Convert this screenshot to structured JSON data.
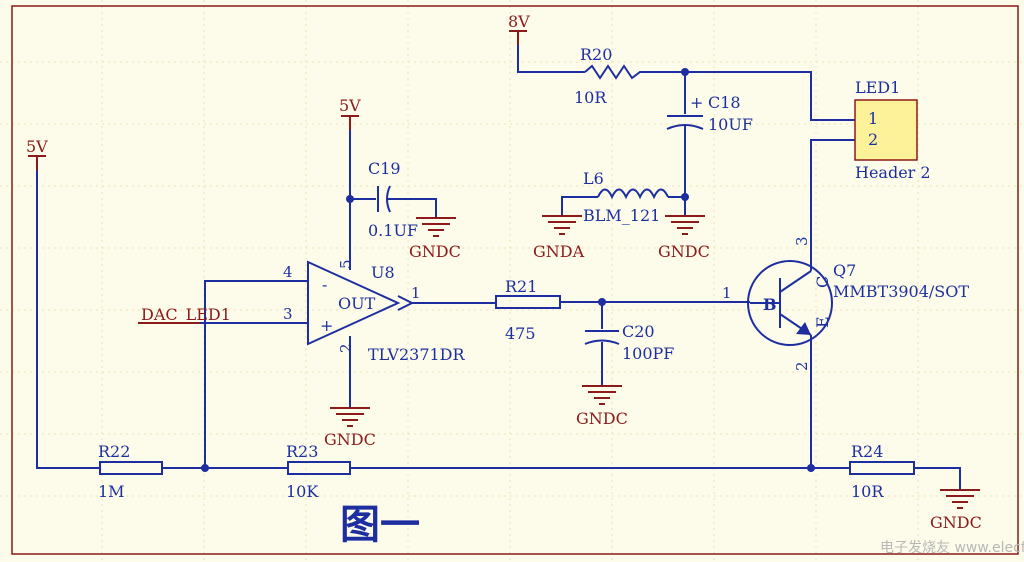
{
  "nets": {
    "v5_left": "5V",
    "v5_top": "5V",
    "v8": "8V",
    "dac": "DAC_LED1",
    "gndc_c19": "GNDC",
    "gnda_l6": "GNDA",
    "gndc_l6": "GNDC",
    "gndc_u8": "GNDC",
    "gndc_c20": "GNDC",
    "gndc_r24": "GNDC"
  },
  "components": {
    "r20": {
      "ref": "R20",
      "value": "10R"
    },
    "r21": {
      "ref": "R21",
      "value": "475"
    },
    "r22": {
      "ref": "R22",
      "value": "1M"
    },
    "r23": {
      "ref": "R23",
      "value": "10K"
    },
    "r24": {
      "ref": "R24",
      "value": "10R"
    },
    "c18": {
      "ref": "C18",
      "value": "10UF",
      "plus": "+"
    },
    "c19": {
      "ref": "C19",
      "value": "0.1UF"
    },
    "c20": {
      "ref": "C20",
      "value": "100PF"
    },
    "l6": {
      "ref": "L6",
      "value": "BLM_121"
    },
    "u8": {
      "ref": "U8",
      "value": "TLV2371DR",
      "out": "OUT",
      "minus": "-",
      "plus": "+",
      "pin4": "4",
      "pin3": "3",
      "pin5": "5",
      "pin2": "2",
      "pin1": "1"
    },
    "q7": {
      "ref": "Q7",
      "value": "MMBT3904/SOT",
      "b": "B",
      "c": "C",
      "e": "E",
      "pin1": "1",
      "pin2": "2",
      "pin3": "3"
    },
    "led1": {
      "ref": "LED1",
      "value": "Header 2",
      "pin1": "1",
      "pin2": "2"
    }
  },
  "figure_caption": "图一",
  "watermark": "电子发烧友 www.elecfans.com",
  "colors": {
    "wire": "#1d2fa0",
    "power": "#8b1a1a",
    "background": "#fdfbe9",
    "header_fill": "#fdf29a"
  }
}
